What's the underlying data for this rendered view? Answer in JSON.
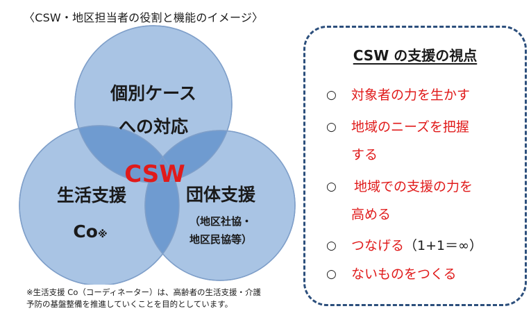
{
  "caption": "〈CSW・地区担当者の役割と機能のイメージ〉",
  "venn": {
    "top_line1": "個別ケース",
    "top_line2": "への対応",
    "left_line1": "生活支援",
    "left_line2_main": "Co",
    "left_line2_mark": "※",
    "right_line1": "団体支援",
    "right_line2": "（地区社協・",
    "right_line3": "地区民協等）",
    "center": "CSW",
    "colors": {
      "circle_fill": "#a9c4e4",
      "circle_stroke": "#7f9fc9",
      "overlap": "#6f9bd0",
      "center_text": "#e01a1a"
    }
  },
  "footnote": {
    "line1": "※生活支援 Co（コーディネーター）は、高齢者の生活支援・介護",
    "line2": "予防の基盤整備を推進していくことを目的としています。"
  },
  "viewpoint": {
    "title": "CSW の支援の視点",
    "bullet": "○",
    "items": [
      {
        "line1": "対象者の力を生かす"
      },
      {
        "line1": "地域のニーズを把握",
        "line2": "する"
      },
      {
        "line1": "地域での支援の力を",
        "line2": "高める"
      },
      {
        "line1_red": "つなげる",
        "line1_black": "（1+1＝∞）"
      },
      {
        "line1": "ないものをつくる"
      }
    ],
    "colors": {
      "border": "#2c4f7c",
      "item_text": "#e01a1a"
    }
  }
}
